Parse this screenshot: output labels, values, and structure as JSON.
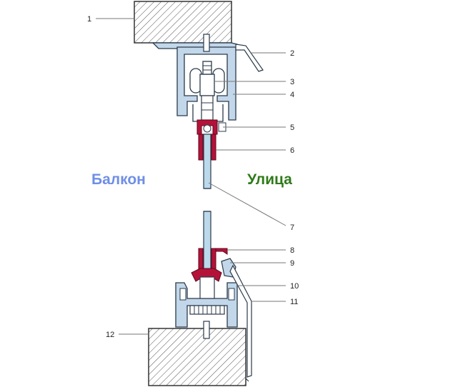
{
  "labels": {
    "left_side": "Балкон",
    "right_side": "Улица"
  },
  "callouts": [
    "1",
    "2",
    "3",
    "4",
    "5",
    "6",
    "7",
    "8",
    "9",
    "10",
    "11",
    "12"
  ],
  "colors": {
    "left_side": "#6f8fe6",
    "right_side": "#2f7a1a",
    "profile_fill": "#c3d7ea",
    "profile_stroke": "#2b3a4a",
    "seal": "#b5123a",
    "glass": "#bcd9ec",
    "concrete_hatch": "#555555",
    "leader_line": "#777777"
  }
}
